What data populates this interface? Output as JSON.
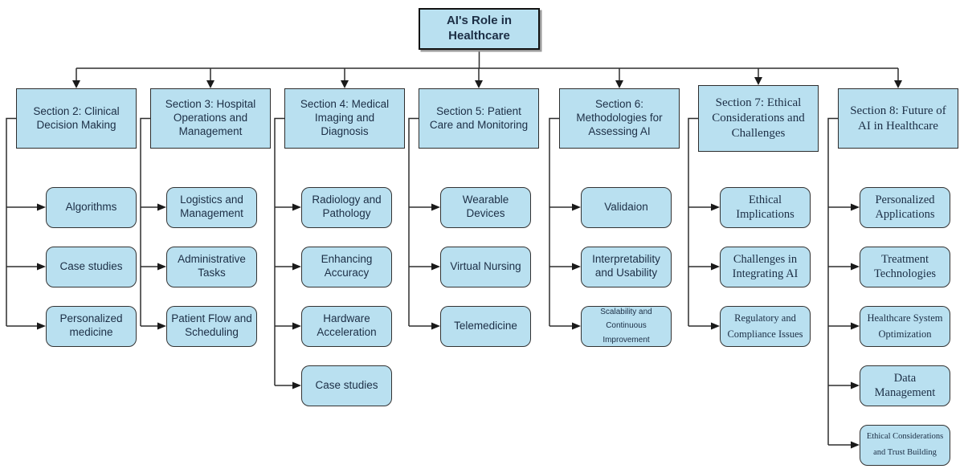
{
  "root": {
    "label": "AI's Role in\nHealthcare"
  },
  "colors": {
    "node_fill": "#b9e0f0",
    "node_border": "#2d2d2d",
    "text": "#1c2e45",
    "line": "#2e2e2e",
    "background": "#ffffff"
  },
  "sections": [
    {
      "label": "Section 2: Clinical\nDecision Making",
      "font": "sans",
      "children": [
        {
          "label": "Algorithms",
          "size": "normal"
        },
        {
          "label": "Case studies",
          "size": "normal"
        },
        {
          "label": "Personalized\nmedicine",
          "size": "normal"
        }
      ]
    },
    {
      "label": "Section 3: Hospital\nOperations and\nManagement",
      "font": "sans",
      "children": [
        {
          "label": "Logistics and\nManagement",
          "size": "normal"
        },
        {
          "label": "Administrative\nTasks",
          "size": "normal"
        },
        {
          "label": "Patient Flow and\nScheduling",
          "size": "normal"
        }
      ]
    },
    {
      "label": "Section 4: Medical\nImaging and\nDiagnosis",
      "font": "sans",
      "children": [
        {
          "label": "Radiology and\nPathology",
          "size": "normal"
        },
        {
          "label": "Enhancing\nAccuracy",
          "size": "normal"
        },
        {
          "label": "Hardware\nAcceleration",
          "size": "normal"
        },
        {
          "label": "Case studies",
          "size": "normal"
        }
      ]
    },
    {
      "label": "Section 5: Patient\nCare and Monitoring",
      "font": "sans",
      "children": [
        {
          "label": "Wearable\nDevices",
          "size": "normal"
        },
        {
          "label": "Virtual Nursing",
          "size": "normal"
        },
        {
          "label": "Telemedicine",
          "size": "normal"
        }
      ]
    },
    {
      "label": "Section 6:\nMethodologies for\nAssessing AI",
      "font": "sans",
      "children": [
        {
          "label": "Validaion",
          "size": "normal"
        },
        {
          "label": "Interpretability\nand Usability",
          "size": "normal"
        },
        {
          "label": "Scalability and\nContinuous\nImprovement",
          "size": "tiny"
        }
      ]
    },
    {
      "label": "Section 7: Ethical\nConsiderations and\nChallenges",
      "font": "serif",
      "children": [
        {
          "label": "Ethical\nImplications",
          "size": "normal"
        },
        {
          "label": "Challenges in\nIntegrating AI",
          "size": "normal"
        },
        {
          "label": "Regulatory and\nCompliance Issues",
          "size": "small"
        }
      ]
    },
    {
      "label": "Section 8: Future of\nAI in Healthcare",
      "font": "serif",
      "children": [
        {
          "label": "Personalized\nApplications",
          "size": "normal"
        },
        {
          "label": "Treatment\nTechnologies",
          "size": "normal"
        },
        {
          "label": "Healthcare System\nOptimization",
          "size": "small"
        },
        {
          "label": "Data\nManagement",
          "size": "normal"
        },
        {
          "label": "Ethical Considerations\nand Trust Building",
          "size": "tiny"
        }
      ]
    }
  ]
}
